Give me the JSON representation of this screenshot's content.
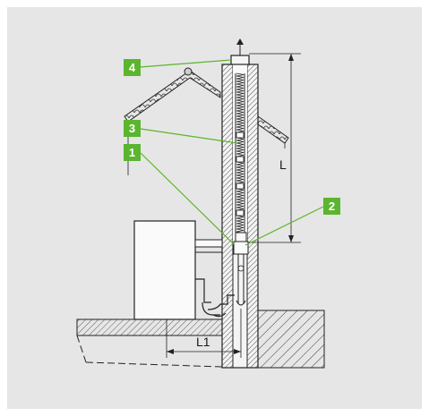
{
  "colors": {
    "background": "#e6e6e6",
    "accent_green": "#5bb52e",
    "line": "#1a1a1a"
  },
  "callouts": [
    {
      "id": "4",
      "label": "4"
    },
    {
      "id": "3",
      "label": "3"
    },
    {
      "id": "1",
      "label": "1"
    },
    {
      "id": "2",
      "label": "2"
    }
  ],
  "dimensions": {
    "vertical_label": "L",
    "horizontal_label": "L1"
  }
}
